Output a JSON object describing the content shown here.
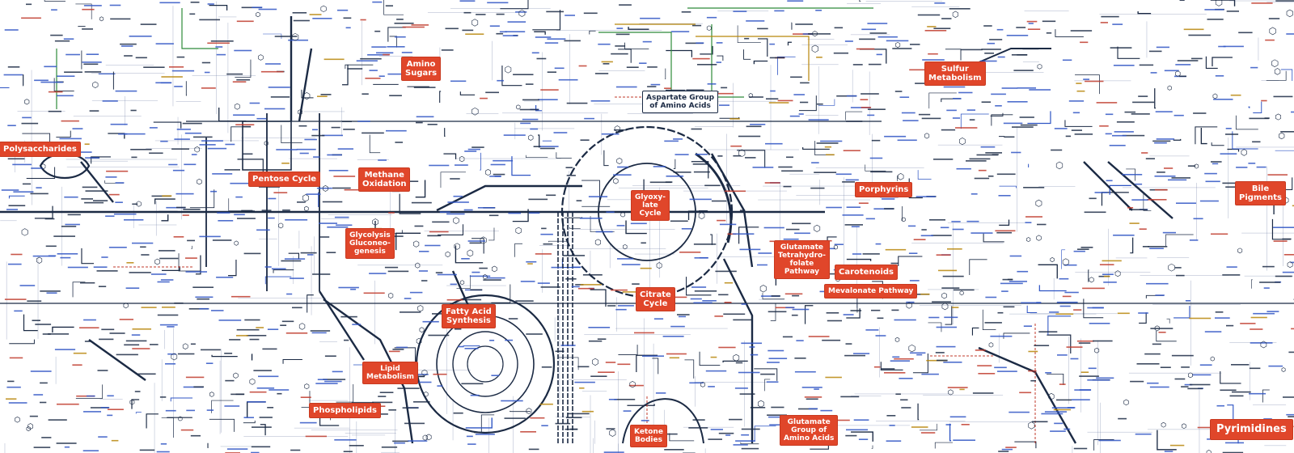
{
  "colors": {
    "background": "#ffffff",
    "label_fill": "#e0462a",
    "primary_path": "#1b2a44",
    "enzyme_text": "#2f55c4",
    "secondary_path": "#6f7fa6",
    "cofactor_path": "#c0392b",
    "amino_path": "#2e8b3a",
    "gold_path": "#b8860b"
  },
  "pathway_labels": [
    {
      "id": "amino-sugars",
      "text": "Amino\nSugars"
    },
    {
      "id": "sulfur-metabolism",
      "text": "Sulfur\nMetabolism"
    },
    {
      "id": "aspartate-group",
      "text": "Aspartate Group\nof Amino Acids"
    },
    {
      "id": "polysaccharides",
      "text": "Polysaccharides"
    },
    {
      "id": "pentose-cycle",
      "text": "Pentose Cycle"
    },
    {
      "id": "methane-oxidation",
      "text": "Methane\nOxidation"
    },
    {
      "id": "glyoxylate-cycle",
      "text": "Glyoxy-\nlate\nCycle"
    },
    {
      "id": "porphyrins",
      "text": "Porphyrins"
    },
    {
      "id": "bile-pigments",
      "text": "Bile\nPigments"
    },
    {
      "id": "glycolysis-gluconeogenesis",
      "text": "Glycolysis\nGluconeo-\ngenesis"
    },
    {
      "id": "glutamate-tetrahydrofolate",
      "text": "Glutamate\nTetrahydro-\nfolate\nPathway"
    },
    {
      "id": "carotenoids",
      "text": "Carotenoids"
    },
    {
      "id": "mevalonate-pathway",
      "text": "Mevalonate Pathway"
    },
    {
      "id": "fatty-acid-synthesis",
      "text": "Fatty Acid\nSynthesis"
    },
    {
      "id": "citrate-cycle",
      "text": "Citrate\nCycle"
    },
    {
      "id": "lipid-metabolism",
      "text": "Lipid\nMetabolism"
    },
    {
      "id": "phospholipids",
      "text": "Phospholipids"
    },
    {
      "id": "ketone-bodies",
      "text": "Ketone\nBodies"
    },
    {
      "id": "glutamate-group",
      "text": "Glutamate\nGroup of\nAmino Acids"
    },
    {
      "id": "pyrimidines",
      "text": "Pyrimidines"
    }
  ]
}
